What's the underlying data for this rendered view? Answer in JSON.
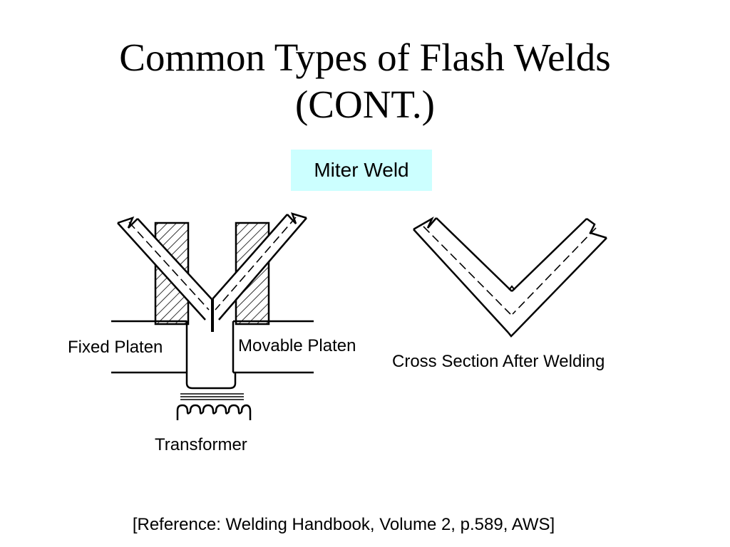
{
  "slide": {
    "title_line1": "Common Types of Flash Welds",
    "title_line2": "(CONT.)",
    "badge": "Miter Weld",
    "reference": "[Reference: Welding Handbook, Volume 2, p.589, AWS]"
  },
  "diagram": {
    "labels": {
      "fixed_platen": "Fixed Platen",
      "movable_platen": "Movable Platen",
      "transformer": "Transformer",
      "cross_section": "Cross Section After Welding"
    }
  },
  "colors": {
    "badge_bg": "#ccffff",
    "line": "#000000",
    "background": "#ffffff"
  }
}
